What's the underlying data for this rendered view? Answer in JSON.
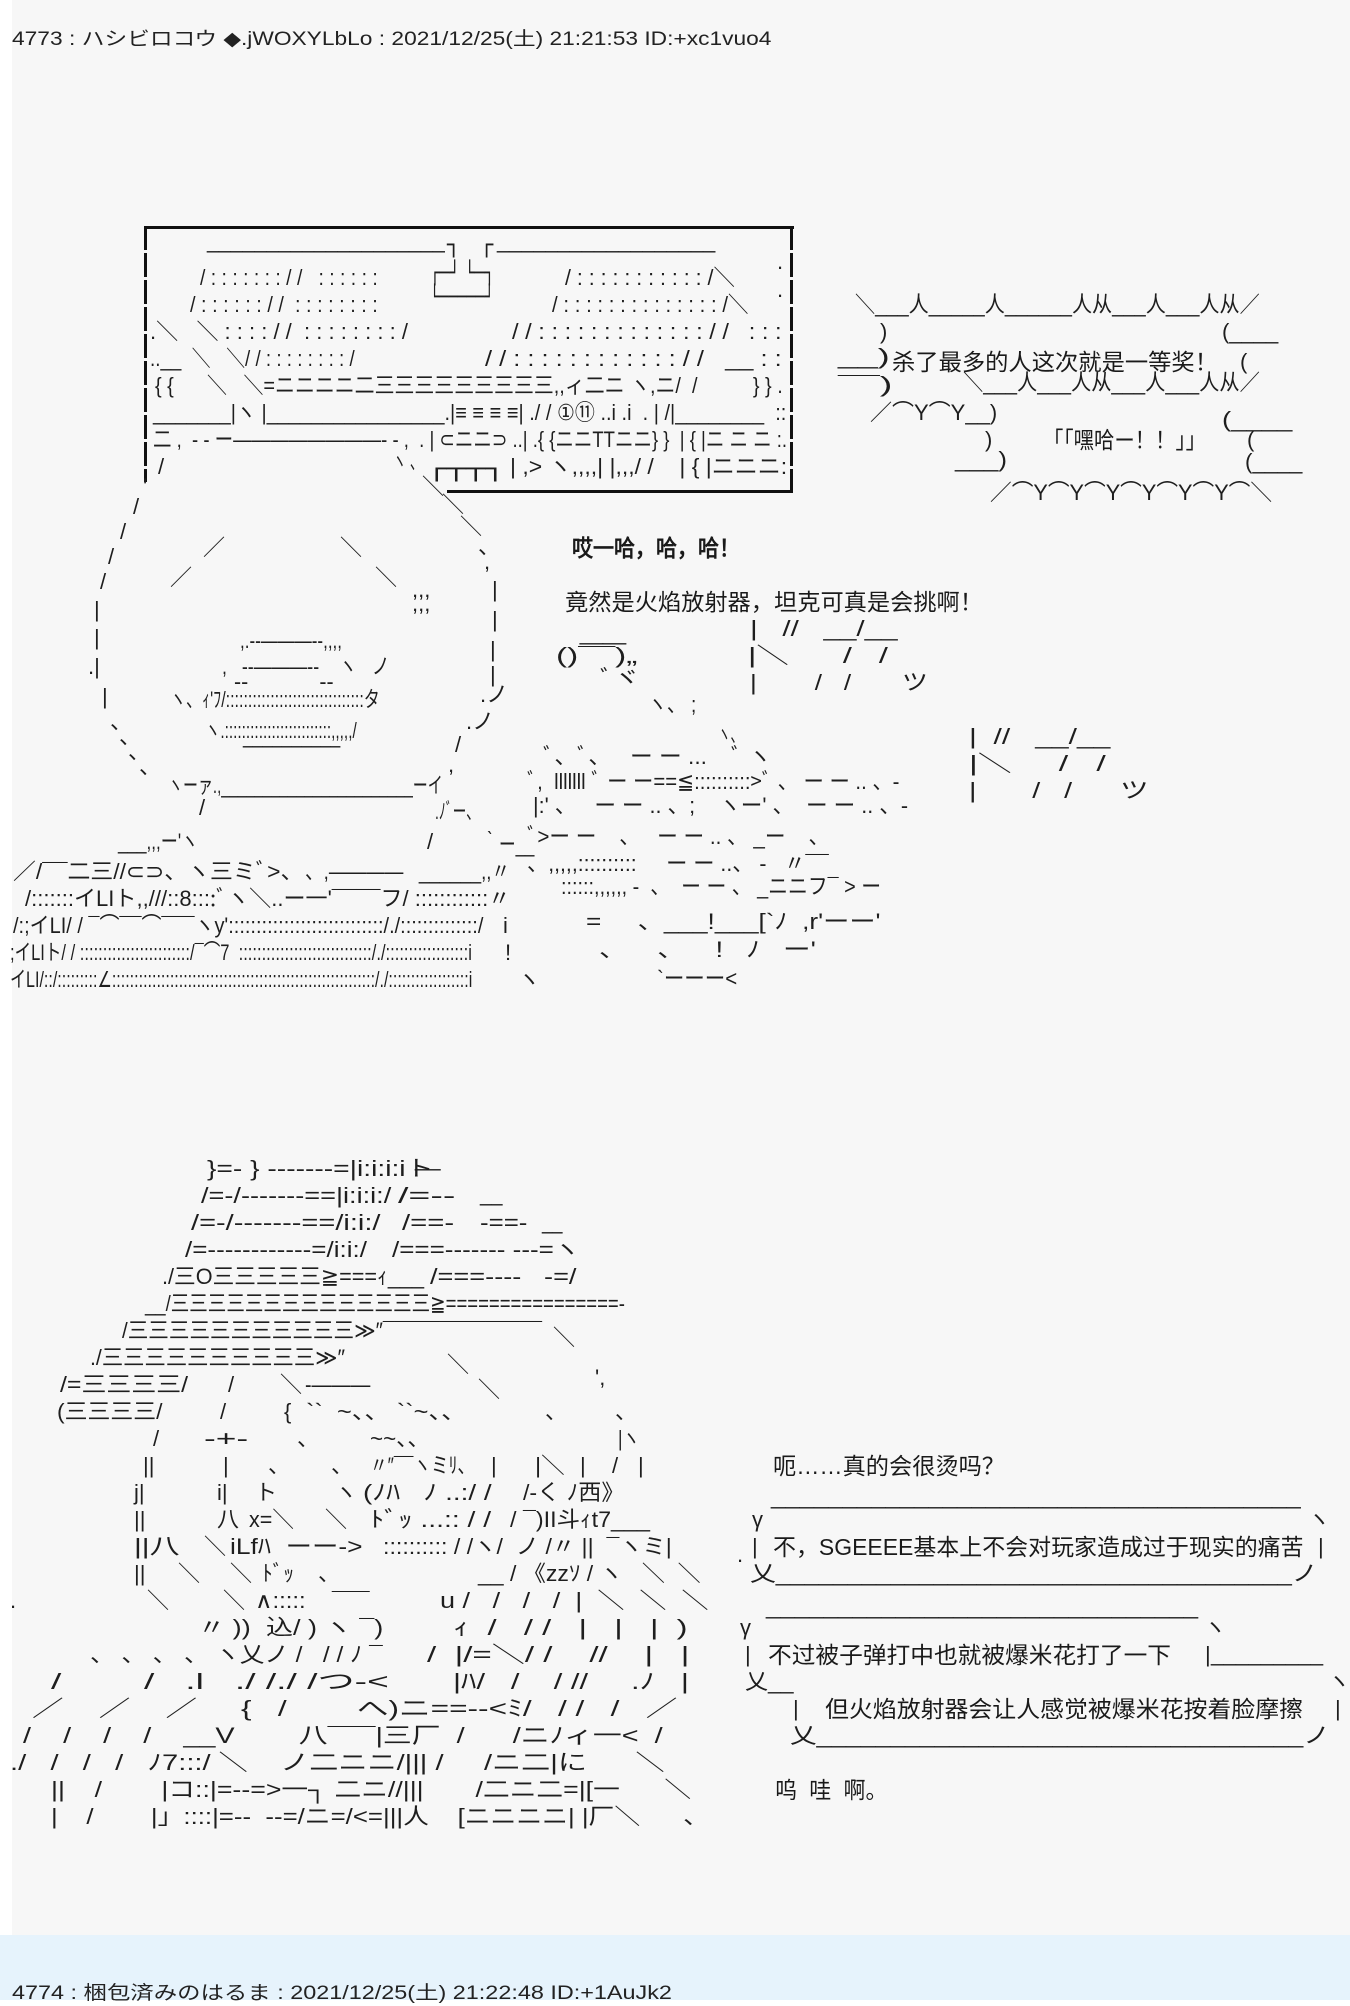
{
  "colors": {
    "page_bg": "#ffffff",
    "post_bg": "#f7f7f7",
    "next_post_bg": "#e6f3fc",
    "text": "#1e1e1e"
  },
  "header": {
    "post_number": "4773",
    "separator": ":",
    "author": "ハシビロコウ",
    "trip": "◆.jWOXYLbLo",
    "datetime": "2021/12/25(土) 21:21:53",
    "user_id": "ID:+xc1vuo4"
  },
  "art": {
    "frame_box": [
      "____________________",
      "┐",
      "┌",
      "__________________",
      ".",
      "/ : : : : : : : / /   : : : : : :",
      "┌─┘ └─┐",
      "/ : : : : : : : : : : : /＼",
      ".",
      "/ : : : : : : / /  : : : : : : : :",
      "└─────┘",
      "/ : : : : : : : : : : : : : : /＼",
      ".＼   ＼ : : : : / /  : : : : : : : : /",
      "/ / : : : : : : : : : : : : : / /   : : :",
      "..__  ＼   ＼/ / : : : : : : : : /",
      "/ / : : : : : : : : : : : : / /   __ : :",
      "{ {      ＼   ＼=ニニニニ二三三三三三三三三三,,ィ二ニ ヽ,ニ/  /          } } .",
      "_______|ヽ |________________.|≡ ≡ ≡ ≡| ./ / ①⑪ ..i .i  . | /|________  ::",
      "二 ,  - - ー――――――――- - ,  . | ⊂ニニ⊃ ..| .{ {ニニTTニニ} }  | { |ニ ニ ニ :.",
      "/",
      "ヽ 、",
      "┌┬┬┐",
      "| ,> ヽ,,,,| |,,,/ /    | { |ニニニ:"
    ],
    "face": [
      "'",
      "/",
      "/",
      "/",
      "/",
      "|",
      "|",
      ".|",
      "|",
      "、",
      "、",
      "、",
      "、",
      "ヽーァ.,_______________________ーイ",
      "/",
      "___,,,ー'ヽ",
      "＼",
      "＼",
      "＼",
      "、",
      ",",
      "|",
      "|",
      "|",
      "|",
      ".ノ",
      ".ノ",
      "/",
      ",",
      ".ﾉﾞー、",
      "/",
      "｀ー__",
      "／",
      "／",
      "＼",
      "＼",
      ",,,",
      ",,,",
      ",.--―――--,,,,",
      ",   --―――--    ヽ   ノ",
      "--            --",
      "ヽ、ｨ'ﾌ/:::::::::::::::::::::::::::::::タ",
      "ヽ.:::::::::::::::::::::::::,,,,,/",
      "__________"
    ],
    "weapon": [
      "／/¯¯二三//⊂⊃、ヽ三ミﾞ>、",
      "、,――――   ______,,〃",
      "/:::::::イLIト,,///::8::::ﾞヽ＼..ー一'¯¯¯¯フ/ ::::::::::::〃",
      "/:;イLI/ / ¯⌒¯¯⌒¯¯¯ヽy'::::::::::::::::::::::::::::/./::::::::::::::/",
      "i",
      ";イLIト/ / ::::::::::::::::::::::::/¯⌒7  :::::::::::::::::::::::::::::/./::::::::::::::::::i",
      "!",
      "イLI/::/:::::::::∠:::::::::::::::::::::::::::::::::::::::::::::::::::::::::::/./::::::::::::::::::i",
      "ヽ"
    ],
    "flame": [
      "__",
      "()¯¯)„",
      "ﾞヾ",
      "ヽ、 ;",
      "ヽ、",
      "ﾞ、ﾞ、   ー ー ...    ﾞ ヽ",
      "ﾞ,  lllllll ﾞ ー ー==≦::::::::::>ﾞ 、 ー ー .. 、-",
      "|:' 、   ー ー .. 、;    ヽー' 、  ー ー .. 、-",
      "ﾞ>ー ー    、   ー ー .. 、 _ー    、",
      "、,,,,,::::::::::     ー ー ..、 -   〃¯¯",
      "::::::,,,,,, -  、  ー ー 、 _ニニフ¯ > ー",
      "=     、___!___[`ﾉ  ,r'ーー'",
      "、    、    !   ﾉ   ー'",
      "`ーーー<"
    ],
    "sound_effect": [
      "|   //   __/__",
      "|＼      /   /",
      "|        /   /       ツ",
      "|  //   __/__",
      "|＼     /   /",
      "|       /   /      ツ"
    ],
    "character": [
      "}=- } -------=|i:i:i:iト",
      "__",
      "/=-/-------==|i:i:i:/",
      "/=--",
      "__",
      "/=-/-------==/i:i:/",
      "/==-",
      "-==-",
      "__",
      "/=------------=/i:i:/",
      "/===------- ---=ヽ",
      "./三O三三三三三≧===ｨ___",
      "/===----   -=/",
      "__/三三三三三三三三三三三三三三≧================-",
      "/三三三三三三三三三三三≫″¯¯¯¯¯¯¯¯¯¯¯¯¯¯",
      "＼",
      "./三三三三三三三三三三≫″",
      "＼",
      "/=三三三三/",
      "/",
      "＼",
      "-―――",
      "＼",
      "',",
      "(三三三三/",
      "/",
      "{",
      "``  ~、、 ``~、、",
      "、",
      "、",
      "/",
      "-+-",
      "、",
      "~~、、",
      "|ヽ",
      "||",
      "|",
      "、",
      "、",
      "〃″¯¯ヽミﾘ、",
      "|",
      "|＼",
      "|",
      "/",
      "|",
      "j|",
      "i|",
      "ト",
      "ヽ",
      "(ﾉﾊ   ﾉ ..:/ /",
      "/-く ﾉ西》",
      "||",
      "八",
      "x=＼",
      "＼",
      "ﾄﾞｯ ...:: / /",
      "/ ¯)II斗ｨt7___",
      "||八",
      "＼",
      "iLfﾊ  ーー->",
      ":::::::::: / /ヽ/  ノ /〃 ||  ¯ヽミ|",
      "||",
      "＼",
      "＼",
      "ﾄﾞｯ",
      "、",
      "__ / 《zzｿ / ヽ   ＼  ＼",
      ".",
      "＼",
      "＼",
      "∧:::::",
      "¯¯",
      "u /   /   /   /  |  ＼  ＼  ＼",
      "〃 ))  込/ ) ヽ ¯)",
      "ｨ  /   / /   |   |   |  )",
      "、 、 、 、 ヽ乂ノ /   / / ﾉ ¯",
      "/  |/=＼/ /    //    |   |",
      "/        /   .l   ./ /./ /つ-<",
      "|ﾊ/   /    / //     .ﾉ   |",
      "／    ／    ／     {   /        へ)ニ==--<ﾐ/   / /   /   ／",
      "/    /    /    /    __V        八¯¯¯|三厂  /      /ニﾉィ一<  /",
      "./   /   /   /   ﾉ7:::/ ＼    ノ二ニニ/||| /     /ニ二|に      ＼",
      "||    /        |コ::|=--=>一┐ 二ニ//|||       /二ニ二=|[一      ＼",
      "|    /        |」::::|=--  --=/ニ=/<=|||人    [ニニニニ| |厂＼      、"
    ]
  },
  "dialogue": {
    "laugh": "哎一哈，哈，哈！",
    "remark": "竟然是火焰放射器，坦克可真是会挑啊！",
    "shout_line1": "杀了最多的人这次就是一等奖！",
    "shout_line2": "「「嘿哈ー！！」」",
    "question": "呃……真的会很烫吗？",
    "reply1": "不，SGEEEE基本上不会对玩家造成过于现实的痛苦",
    "reply2a": "不过被子弹打中也就被爆米花打了一下",
    "reply2b": "但火焰放射器会让人感觉被爆米花按着脸摩擦",
    "reaction": "呜  哇  啊。"
  },
  "bubbles": {
    "shout_border": [
      "＼___人_____人______人从___人___人从／",
      ")",
      "(____",
      "__)",
      "(",
      "¯¯)",
      "＼___人___人从___人___人从／",
      "／⌒Y⌒Y__)",
      "(____",
      ")",
      "(",
      "___)",
      "(____",
      "／⌒Y⌒Y⌒Y⌒Y⌒Y⌒Y⌒＼"
    ],
    "reply_border": [
      "_____________________________________",
      "γ",
      "ヽ",
      "|",
      "|",
      ".",
      "乂____________________________________ノ",
      "______________________________",
      "γ",
      "ヽ",
      "|",
      "|",
      "_________",
      "乂__",
      "ヽ",
      "|",
      "|",
      "乂_________________________________ノ"
    ]
  },
  "next_post": {
    "header": "4774 : 梱包済みのはるま : 2021/12/25(土) 21:22:48 ID:+1AuJk2"
  }
}
